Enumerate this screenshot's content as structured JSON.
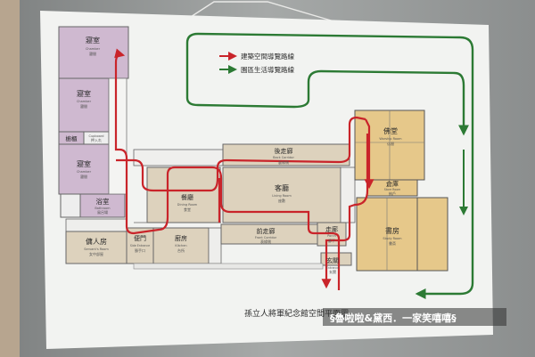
{
  "legend": {
    "red_label": "建築空間導覽路線",
    "green_label": "園區生活導覽路線"
  },
  "rooms": {
    "bedroom1": {
      "zh": "寢室",
      "en": "Chamber",
      "zh2": "寢間"
    },
    "bedroom2": {
      "zh": "寢室",
      "en": "Chamber",
      "zh2": "寢間"
    },
    "closet_zh": "櫥櫃",
    "closet_en": "Cupboard",
    "closet_zh2": "押入れ",
    "bedroom3": {
      "zh": "寢室",
      "en": "Chamber",
      "zh2": "寢間"
    },
    "bathroom": {
      "zh": "浴室",
      "en": "Bathroom",
      "zh2": "風呂場"
    },
    "servants": {
      "zh": "傭人房",
      "en": "Servant's Room",
      "zh2": "女中部屋"
    },
    "side_door": {
      "zh": "便門",
      "en": "Side Entrance",
      "zh2": "勝手口"
    },
    "kitchen": {
      "zh": "廚房",
      "en": "Kitchen",
      "zh2": "台所"
    },
    "dining": {
      "zh": "餐廳",
      "en": "Dining Room",
      "zh2": "食堂"
    },
    "back_corridor": {
      "zh": "後走廊",
      "en": "Back Corridor",
      "zh2": "裏緣側"
    },
    "living": {
      "zh": "客廳",
      "en": "Living Room",
      "zh2": "座敷"
    },
    "front_corridor": {
      "zh": "前走廊",
      "en": "Front Corridor",
      "zh2": "表緣側"
    },
    "corridor": {
      "zh": "走廊",
      "en": "Porch",
      "zh2": "廊下"
    },
    "entrance": {
      "zh": "玄關",
      "en": "Entrance",
      "zh2": "玄関"
    },
    "buddha": {
      "zh": "佛堂",
      "en": "Worship Room",
      "zh2": "仏間"
    },
    "storage": {
      "zh": "倉庫",
      "en": "Store Room",
      "zh2": "納戶"
    },
    "study": {
      "zh": "書房",
      "en": "Study Room",
      "zh2": "書斎"
    }
  },
  "map_title": "孫立人將軍紀念館空間平面圖",
  "watermark": "§魯啦啦&黛西．一家笑嘻嘻§",
  "colors": {
    "wall": "#9ca0a0",
    "paper": "#f3f4f2",
    "purple_room": "#cfb9d0",
    "tan_room": "#ddd2bd",
    "yellow_room": "#e6c88a",
    "red_route": "#c9242a",
    "green_route": "#2c7a34"
  }
}
